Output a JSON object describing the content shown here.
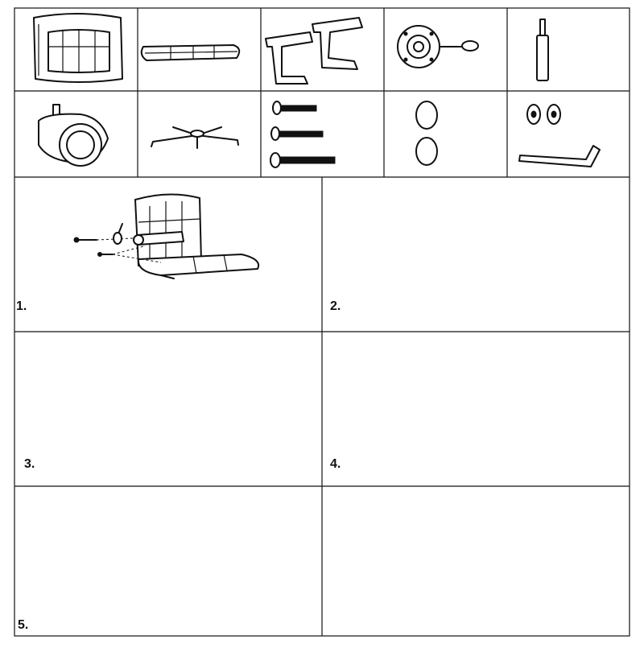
{
  "parts": [
    {
      "name": "backrest-icon"
    },
    {
      "name": "seat-cushion-icon"
    },
    {
      "name": "armrests-icon"
    },
    {
      "name": "mechanism-plate-icon"
    },
    {
      "name": "gas-lift-icon"
    },
    {
      "name": "caster-wheel-icon"
    },
    {
      "name": "star-base-icon"
    },
    {
      "name": "screws-icon"
    },
    {
      "name": "cover-caps-icon"
    },
    {
      "name": "washers-and-allen-key-icon"
    }
  ],
  "steps": [
    {
      "label": "1."
    },
    {
      "label": "2."
    },
    {
      "label": "3."
    },
    {
      "label": "4."
    },
    {
      "label": "5."
    },
    {
      "label": ""
    }
  ],
  "colors": {
    "line": "#111111",
    "arrow": "#e02020",
    "background": "#ffffff"
  }
}
